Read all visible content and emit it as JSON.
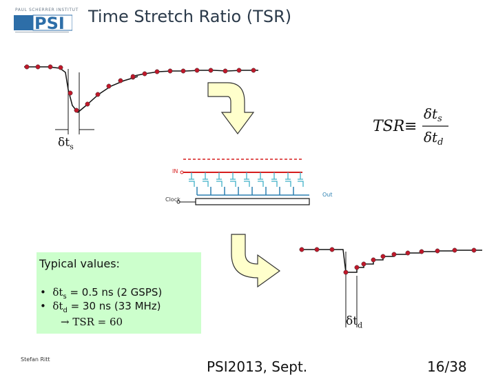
{
  "header": {
    "title": "Time Stretch Ratio (TSR)",
    "logo_text_top": "PAUL SCHERRER INSTITUT",
    "logo_text": "PSI"
  },
  "equation": {
    "lhs": "TSR",
    "operator": "≡",
    "numerator": "δt",
    "numerator_sub": "s",
    "denominator": "δt",
    "denominator_sub": "d"
  },
  "labels": {
    "dts_symbol": "δt",
    "dts_sub": "s",
    "dtd_symbol": "δt",
    "dtd_sub": "d",
    "in": "IN",
    "clock": "Clock",
    "out": "Out"
  },
  "typical": {
    "title": "Typical values:",
    "b1_pre": "δt",
    "b1_sub": "s",
    "b1_post": " = 0.5 ns (2 GSPS)",
    "b2_pre": "δt",
    "b2_sub": "d",
    "b2_post": " = 30 ns (33 MHz)",
    "result": "→ TSR = 60",
    "bullet": "•"
  },
  "footer": {
    "author": "Stefan Ritt",
    "conference": "PSI2013, Sept.",
    "page": "16/38"
  },
  "colors": {
    "marker": "#c0182a",
    "arrow_fill": "#ffffcc",
    "arrow_stroke": "#333333",
    "box": "#ccffcc",
    "in_line": "#d61c1c",
    "out_line": "#2a7fb0",
    "cell": "#3fb0c8"
  }
}
